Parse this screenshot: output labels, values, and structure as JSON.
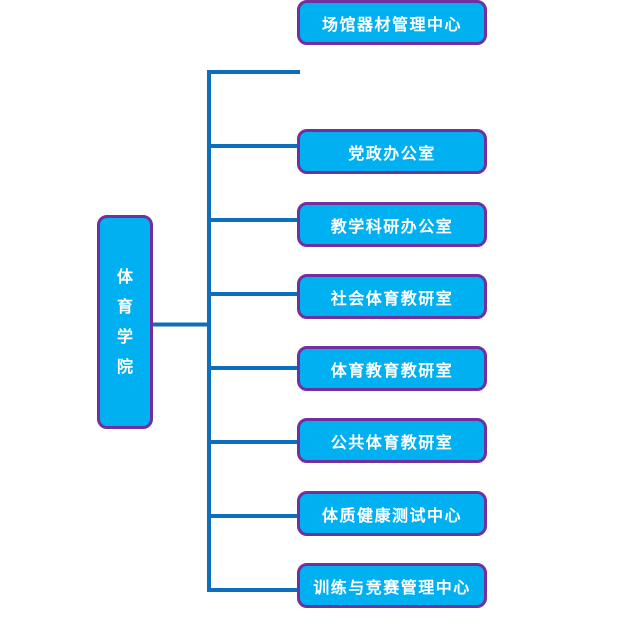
{
  "diagram": {
    "type": "org_chart",
    "root": {
      "label": "体育学院",
      "chars": [
        "体",
        "育",
        "学",
        "院"
      ]
    },
    "children": [
      {
        "label": "党政办公室"
      },
      {
        "label": "教学科研办公室"
      },
      {
        "label": "社会体育教研室"
      },
      {
        "label": "体育教育教研室"
      },
      {
        "label": "公共体育教研室"
      },
      {
        "label": "体质健康测试中心"
      },
      {
        "label": "训练与竞赛管理中心"
      },
      {
        "label": "场馆器材管理中心"
      }
    ],
    "colors": {
      "node_fill": "#00B0F0",
      "node_border": "#7030A0",
      "connector": "#0D6EBE",
      "label_text": "#FFFFFF",
      "background": "#FFFFFF"
    }
  }
}
